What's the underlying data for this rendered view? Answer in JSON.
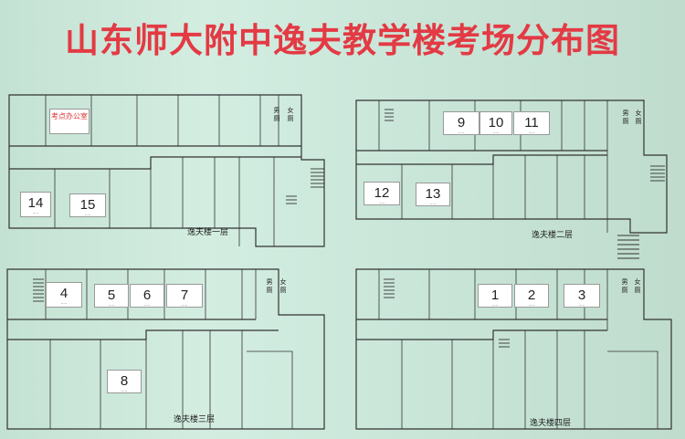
{
  "title": "山东师大附中逸夫教学楼考场分布图",
  "floors": {
    "f1": "逸夫楼一层",
    "f2": "逸夫楼二层",
    "f3": "逸夫楼三层",
    "f4": "逸夫楼四层"
  },
  "exam_office": "考点办公室",
  "toilet_male": "男厕",
  "toilet_female": "女厕",
  "rooms": {
    "r1": "1",
    "r2": "2",
    "r3": "3",
    "r4": "4",
    "r5": "5",
    "r6": "6",
    "r7": "7",
    "r8": "8",
    "r9": "9",
    "r10": "10",
    "r11": "11",
    "r12": "12",
    "r13": "13",
    "r14": "14",
    "r15": "15"
  },
  "colors": {
    "board": "#c9e6d8",
    "title": "#e33a44",
    "lines": "#333333",
    "card": "#ffffff"
  }
}
